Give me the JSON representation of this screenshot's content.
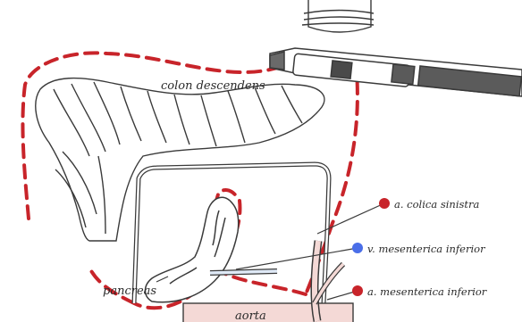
{
  "labels": {
    "colon": "colon descendens",
    "pancreas": "pancreas",
    "aorta": "aorta",
    "colica": "a. colica sinistra",
    "vein": "v. mesenterica inferior",
    "artery": "a. mesenterica inferior"
  },
  "colors": {
    "dashed_line": "#c8242a",
    "artery_dot": "#c8242a",
    "vein_dot": "#4a6ee8",
    "vessel_fill": "#f4d9d6",
    "vein_fill": "#dfe9f6",
    "outline": "#3a3a3a"
  },
  "icons": [
    "laparoscopic-instrument-icon"
  ]
}
